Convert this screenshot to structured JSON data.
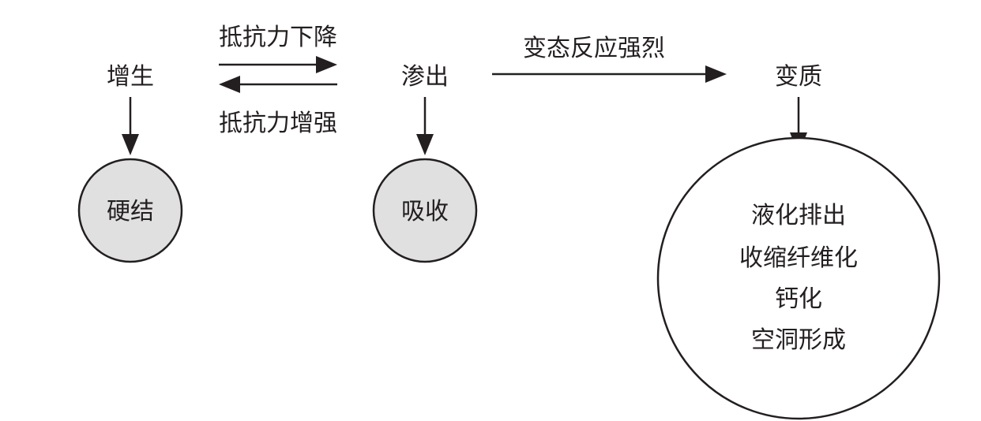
{
  "nodes": {
    "hyperplasia": "增生",
    "exudation": "渗出",
    "degeneration": "变质",
    "induration": "硬结",
    "absorption": "吸收"
  },
  "edges": {
    "resistance_decrease": "抵抗力下降",
    "resistance_increase": "抵抗力增强",
    "strong_reaction": "变态反应强烈"
  },
  "outcomes": [
    "液化排出",
    "收缩纤维化",
    "钙化",
    "空洞形成"
  ],
  "colors": {
    "ink": "#231f20",
    "circle_fill": "#e0e0e0"
  }
}
